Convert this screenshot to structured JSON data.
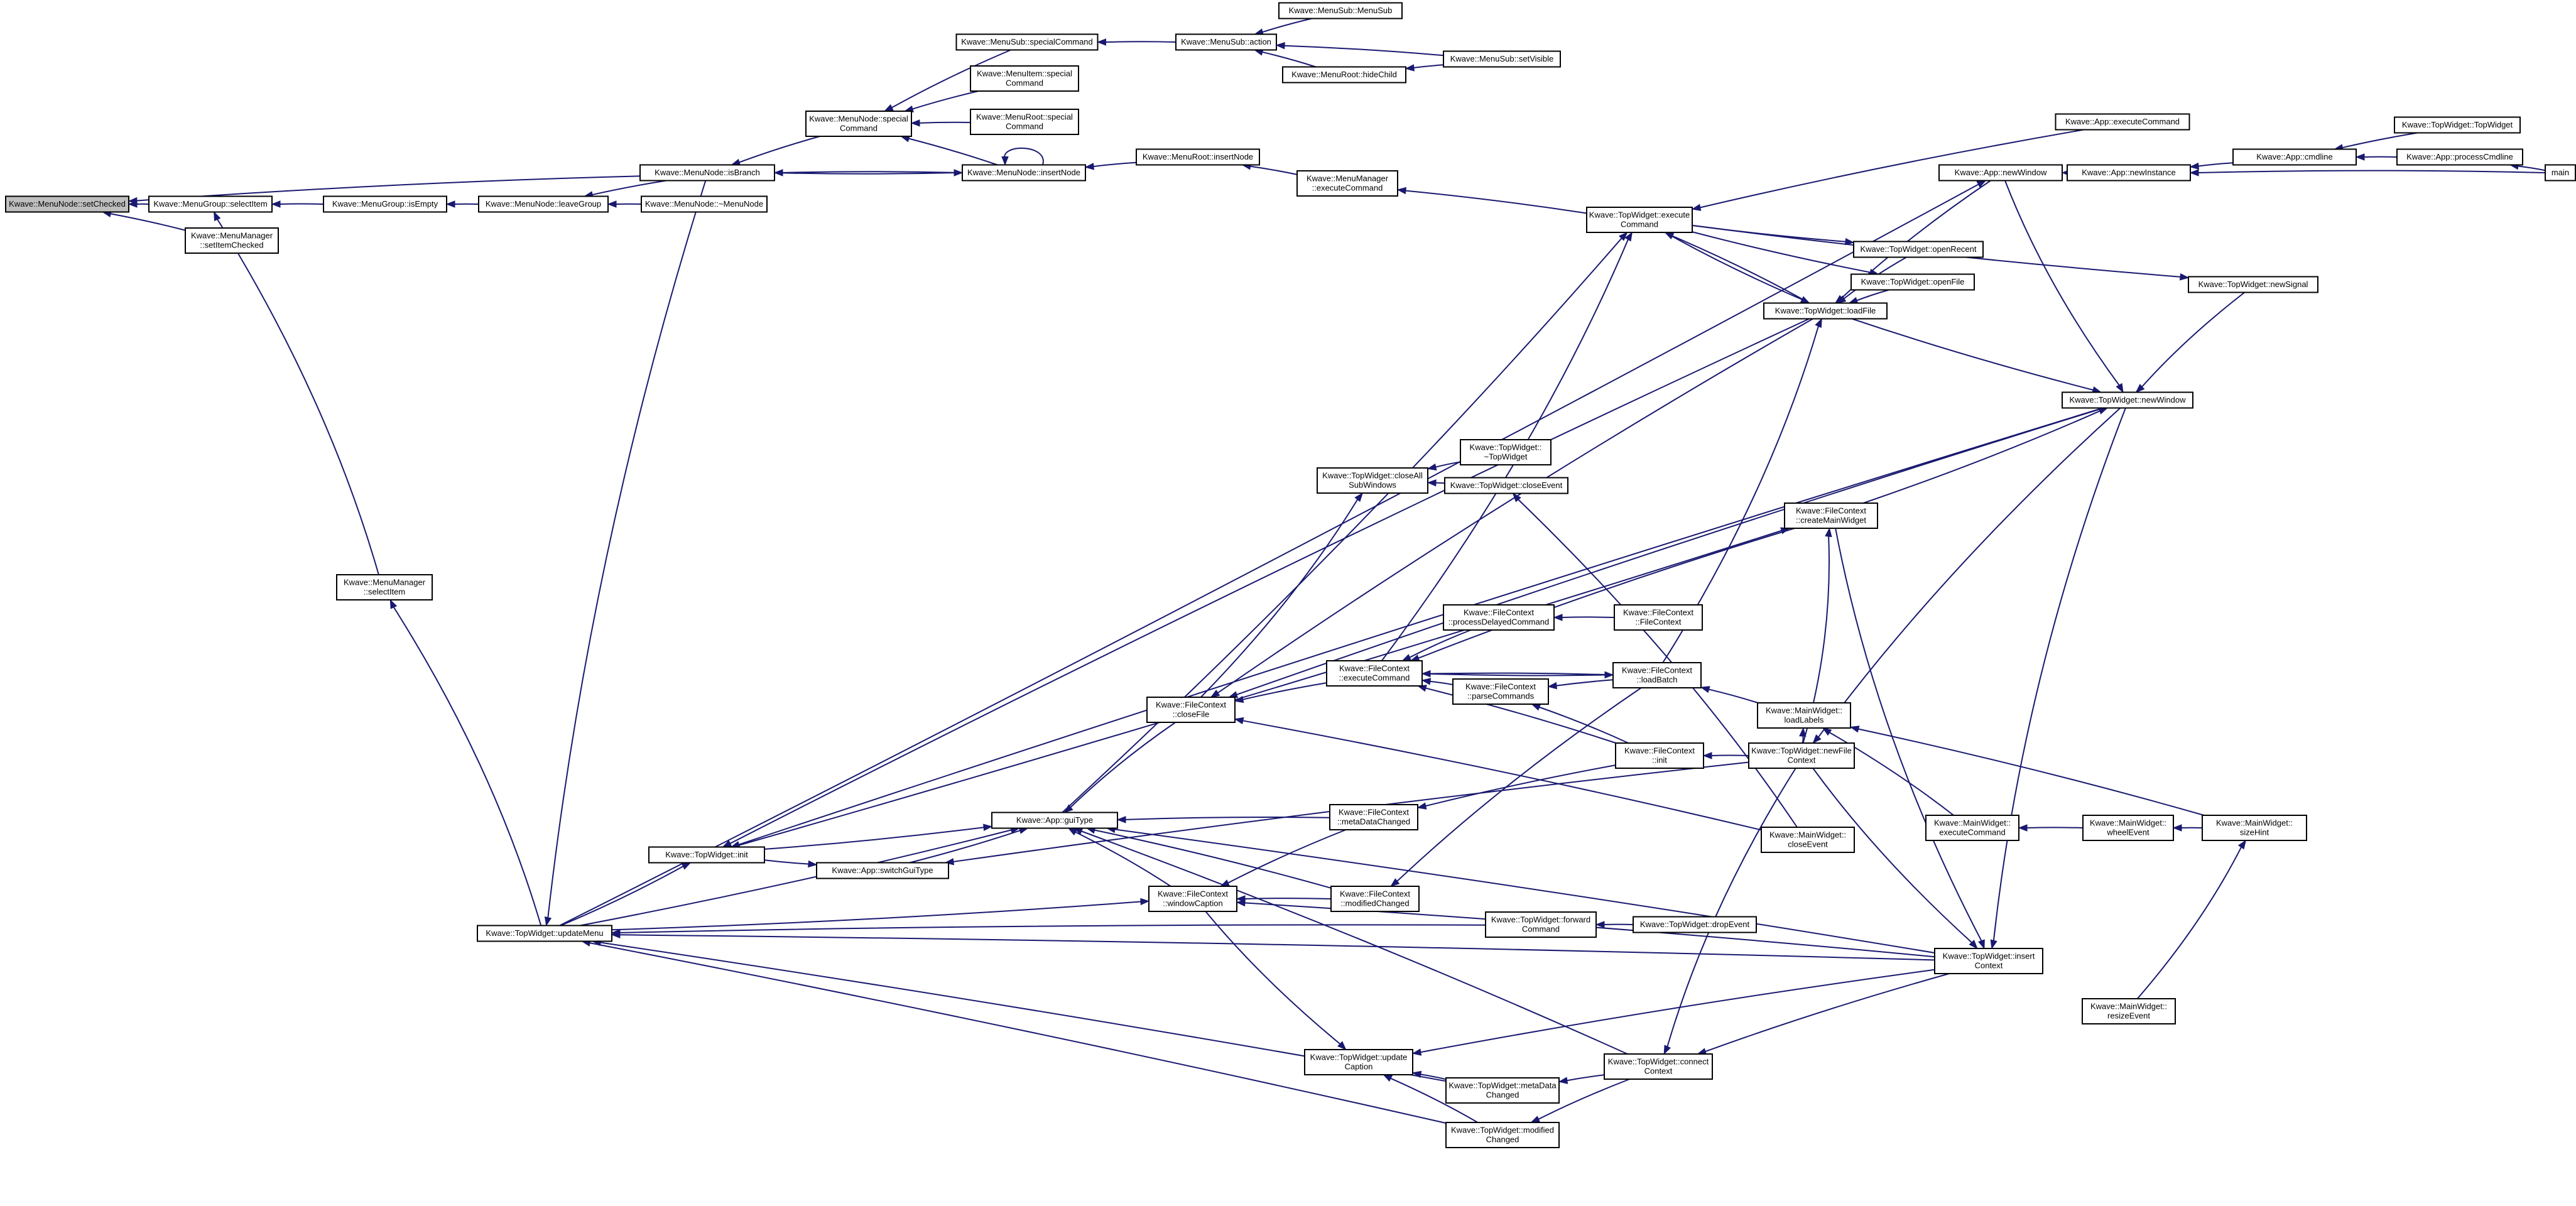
{
  "diagram": {
    "nodes": [
      {
        "id": "setChecked",
        "lines": [
          "Kwave::MenuNode::setChecked"
        ],
        "highlight": true
      },
      {
        "id": "MG_selectItem",
        "lines": [
          "Kwave::MenuGroup::selectItem"
        ]
      },
      {
        "id": "MM_setItemChecked",
        "lines": [
          "Kwave::MenuManager",
          "::setItemChecked"
        ]
      },
      {
        "id": "MG_isEmpty",
        "lines": [
          "Kwave::MenuGroup::isEmpty"
        ]
      },
      {
        "id": "MN_leaveGroup",
        "lines": [
          "Kwave::MenuNode::leaveGroup"
        ]
      },
      {
        "id": "MN_dtor",
        "lines": [
          "Kwave::MenuNode::~MenuNode"
        ]
      },
      {
        "id": "MN_isBranch",
        "lines": [
          "Kwave::MenuNode::isBranch"
        ]
      },
      {
        "id": "MN_specialCommand",
        "lines": [
          "Kwave::MenuNode::special",
          "Command"
        ]
      },
      {
        "id": "MN_insertNode",
        "lines": [
          "Kwave::MenuNode::insertNode"
        ]
      },
      {
        "id": "MS_specialCommand",
        "lines": [
          "Kwave::MenuSub::specialCommand"
        ]
      },
      {
        "id": "MI_specialCommand",
        "lines": [
          "Kwave::MenuItem::special",
          "Command"
        ]
      },
      {
        "id": "MR_specialCommand",
        "lines": [
          "Kwave::MenuRoot::special",
          "Command"
        ]
      },
      {
        "id": "MS_action",
        "lines": [
          "Kwave::MenuSub::action"
        ]
      },
      {
        "id": "MS_MenuSub",
        "lines": [
          "Kwave::MenuSub::MenuSub"
        ]
      },
      {
        "id": "MR_hideChild",
        "lines": [
          "Kwave::MenuRoot::hideChild"
        ]
      },
      {
        "id": "MS_setVisible",
        "lines": [
          "Kwave::MenuSub::setVisible"
        ]
      },
      {
        "id": "MR_insertNode",
        "lines": [
          "Kwave::MenuRoot::insertNode"
        ]
      },
      {
        "id": "MM_executeCommand",
        "lines": [
          "Kwave::MenuManager",
          "::executeCommand"
        ]
      },
      {
        "id": "TW_executeCommand",
        "lines": [
          "Kwave::TopWidget::execute",
          "Command"
        ]
      },
      {
        "id": "App_executeCommand",
        "lines": [
          "Kwave::App::executeCommand"
        ]
      },
      {
        "id": "App_newWindow",
        "lines": [
          "Kwave::App::newWindow"
        ]
      },
      {
        "id": "App_newInstance",
        "lines": [
          "Kwave::App::newInstance"
        ]
      },
      {
        "id": "App_cmdline",
        "lines": [
          "Kwave::App::cmdline"
        ]
      },
      {
        "id": "TW_TopWidget",
        "lines": [
          "Kwave::TopWidget::TopWidget"
        ]
      },
      {
        "id": "App_processCmdline",
        "lines": [
          "Kwave::App::processCmdline"
        ]
      },
      {
        "id": "main",
        "lines": [
          "main"
        ]
      },
      {
        "id": "TW_openRecent",
        "lines": [
          "Kwave::TopWidget::openRecent"
        ]
      },
      {
        "id": "TW_openFile",
        "lines": [
          "Kwave::TopWidget::openFile"
        ]
      },
      {
        "id": "TW_loadFile",
        "lines": [
          "Kwave::TopWidget::loadFile"
        ]
      },
      {
        "id": "TW_newSignal",
        "lines": [
          "Kwave::TopWidget::newSignal"
        ]
      },
      {
        "id": "TW_newWindow",
        "lines": [
          "Kwave::TopWidget::newWindow"
        ]
      },
      {
        "id": "MM_selectItem",
        "lines": [
          "Kwave::MenuManager",
          "::selectItem"
        ]
      },
      {
        "id": "TW_closeAllSubWindows",
        "lines": [
          "Kwave::TopWidget::closeAll",
          "SubWindows"
        ]
      },
      {
        "id": "TW_dtor",
        "lines": [
          "Kwave::TopWidget::",
          "~TopWidget"
        ]
      },
      {
        "id": "TW_closeEvent",
        "lines": [
          "Kwave::TopWidget::closeEvent"
        ]
      },
      {
        "id": "FC_createMainWidget",
        "lines": [
          "Kwave::FileContext",
          "::createMainWidget"
        ]
      },
      {
        "id": "FC_processDelayedCommand",
        "lines": [
          "Kwave::FileContext",
          "::processDelayedCommand"
        ]
      },
      {
        "id": "FC_FileContext",
        "lines": [
          "Kwave::FileContext",
          "::FileContext"
        ]
      },
      {
        "id": "FC_executeCommand",
        "lines": [
          "Kwave::FileContext",
          "::executeCommand"
        ]
      },
      {
        "id": "FC_parseCommands",
        "lines": [
          "Kwave::FileContext",
          "::parseCommands"
        ]
      },
      {
        "id": "FC_loadBatch",
        "lines": [
          "Kwave::FileContext",
          "::loadBatch"
        ]
      },
      {
        "id": "MW_loadLabels",
        "lines": [
          "Kwave::MainWidget::",
          "loadLabels"
        ]
      },
      {
        "id": "FC_closeFile",
        "lines": [
          "Kwave::FileContext",
          "::closeFile"
        ]
      },
      {
        "id": "FC_init",
        "lines": [
          "Kwave::FileContext",
          "::init"
        ]
      },
      {
        "id": "TW_newFileContext",
        "lines": [
          "Kwave::TopWidget::newFile",
          "Context"
        ]
      },
      {
        "id": "MW_executeCommand",
        "lines": [
          "Kwave::MainWidget::",
          "executeCommand"
        ]
      },
      {
        "id": "MW_wheelEvent",
        "lines": [
          "Kwave::MainWidget::",
          "wheelEvent"
        ]
      },
      {
        "id": "MW_sizeHint",
        "lines": [
          "Kwave::MainWidget::",
          "sizeHint"
        ]
      },
      {
        "id": "App_guiType",
        "lines": [
          "Kwave::App::guiType"
        ]
      },
      {
        "id": "FC_metaDataChanged",
        "lines": [
          "Kwave::FileContext",
          "::metaDataChanged"
        ]
      },
      {
        "id": "MW_closeEvent",
        "lines": [
          "Kwave::MainWidget::",
          "closeEvent"
        ]
      },
      {
        "id": "TW_init",
        "lines": [
          "Kwave::TopWidget::init"
        ]
      },
      {
        "id": "App_switchGuiType",
        "lines": [
          "Kwave::App::switchGuiType"
        ]
      },
      {
        "id": "FC_windowCaption",
        "lines": [
          "Kwave::FileContext",
          "::windowCaption"
        ]
      },
      {
        "id": "FC_modifiedChanged",
        "lines": [
          "Kwave::FileContext",
          "::modifiedChanged"
        ]
      },
      {
        "id": "TW_updateMenu",
        "lines": [
          "Kwave::TopWidget::updateMenu"
        ]
      },
      {
        "id": "TW_forwardCommand",
        "lines": [
          "Kwave::TopWidget::forward",
          "Command"
        ]
      },
      {
        "id": "TW_dropEvent",
        "lines": [
          "Kwave::TopWidget::dropEvent"
        ]
      },
      {
        "id": "TW_insertContext",
        "lines": [
          "Kwave::TopWidget::insert",
          "Context"
        ]
      },
      {
        "id": "MW_resizeEvent",
        "lines": [
          "Kwave::MainWidget::",
          "resizeEvent"
        ]
      },
      {
        "id": "TW_updateCaption",
        "lines": [
          "Kwave::TopWidget::update",
          "Caption"
        ]
      },
      {
        "id": "TW_connectContext",
        "lines": [
          "Kwave::TopWidget::connect",
          "Context"
        ]
      },
      {
        "id": "TW_metaDataChanged",
        "lines": [
          "Kwave::TopWidget::metaData",
          "Changed"
        ]
      },
      {
        "id": "TW_modifiedChanged",
        "lines": [
          "Kwave::TopWidget::modified",
          "Changed"
        ]
      }
    ],
    "edges": [
      [
        "MG_selectItem",
        "setChecked"
      ],
      [
        "MM_setItemChecked",
        "setChecked"
      ],
      [
        "MN_isBranch",
        "setChecked"
      ],
      [
        "MG_isEmpty",
        "MG_selectItem"
      ],
      [
        "MM_selectItem",
        "MG_selectItem"
      ],
      [
        "MN_leaveGroup",
        "MG_isEmpty"
      ],
      [
        "MN_dtor",
        "MN_leaveGroup"
      ],
      [
        "MN_isBranch",
        "MN_leaveGroup"
      ],
      [
        "MN_specialCommand",
        "MN_isBranch"
      ],
      [
        "MN_insertNode",
        "MN_isBranch"
      ],
      [
        "MN_isBranch",
        "MN_insertNode"
      ],
      [
        "MS_specialCommand",
        "MN_specialCommand"
      ],
      [
        "MI_specialCommand",
        "MN_specialCommand"
      ],
      [
        "MR_specialCommand",
        "MN_specialCommand"
      ],
      [
        "MN_insertNode",
        "MN_specialCommand"
      ],
      [
        "MN_insertNode",
        "MN_insertNode"
      ],
      [
        "MR_insertNode",
        "MN_insertNode"
      ],
      [
        "MS_action",
        "MS_specialCommand"
      ],
      [
        "MS_MenuSub",
        "MS_action"
      ],
      [
        "MR_hideChild",
        "MS_action"
      ],
      [
        "MS_setVisible",
        "MS_action"
      ],
      [
        "MS_setVisible",
        "MR_hideChild"
      ],
      [
        "MM_executeCommand",
        "MR_insertNode"
      ],
      [
        "TW_executeCommand",
        "MM_executeCommand"
      ],
      [
        "App_executeCommand",
        "TW_executeCommand"
      ],
      [
        "TW_loadFile",
        "TW_executeCommand"
      ],
      [
        "FC_executeCommand",
        "TW_executeCommand"
      ],
      [
        "App_guiType",
        "TW_executeCommand"
      ],
      [
        "App_newInstance",
        "App_newWindow"
      ],
      [
        "App_cmdline",
        "App_newInstance"
      ],
      [
        "main",
        "App_newInstance"
      ],
      [
        "TW_TopWidget",
        "App_cmdline"
      ],
      [
        "App_processCmdline",
        "App_cmdline"
      ],
      [
        "main",
        "App_processCmdline"
      ],
      [
        "App_newWindow",
        "TW_loadFile"
      ],
      [
        "TW_executeCommand",
        "TW_loadFile"
      ],
      [
        "TW_openRecent",
        "TW_loadFile"
      ],
      [
        "TW_openFile",
        "TW_loadFile"
      ],
      [
        "FC_loadBatch",
        "TW_loadFile"
      ],
      [
        "TW_executeCommand",
        "TW_openRecent"
      ],
      [
        "TW_executeCommand",
        "TW_openFile"
      ],
      [
        "TW_executeCommand",
        "TW_newSignal"
      ],
      [
        "App_newWindow",
        "TW_newWindow"
      ],
      [
        "TW_loadFile",
        "TW_newWindow"
      ],
      [
        "TW_newSignal",
        "TW_newWindow"
      ],
      [
        "FC_createMainWidget",
        "TW_newWindow"
      ],
      [
        "TW_updateMenu",
        "MM_selectItem"
      ],
      [
        "TW_updateMenu",
        "App_newWindow"
      ],
      [
        "FC_closeFile",
        "TW_closeAllSubWindows"
      ],
      [
        "TW_dtor",
        "TW_closeAllSubWindows"
      ],
      [
        "TW_closeEvent",
        "TW_closeAllSubWindows"
      ],
      [
        "TW_newFileContext",
        "FC_createMainWidget"
      ],
      [
        "TW_init",
        "FC_createMainWidget"
      ],
      [
        "FC_FileContext",
        "FC_processDelayedCommand"
      ],
      [
        "FC_processDelayedCommand",
        "FC_executeCommand"
      ],
      [
        "FC_parseCommands",
        "FC_executeCommand"
      ],
      [
        "FC_loadBatch",
        "FC_executeCommand"
      ],
      [
        "FC_init",
        "FC_executeCommand"
      ],
      [
        "FC_createMainWidget",
        "FC_executeCommand"
      ],
      [
        "FC_loadBatch",
        "FC_parseCommands"
      ],
      [
        "FC_executeCommand",
        "FC_loadBatch"
      ],
      [
        "FC_init",
        "FC_parseCommands"
      ],
      [
        "MW_loadLabels",
        "FC_loadBatch"
      ],
      [
        "FC_executeCommand",
        "FC_closeFile"
      ],
      [
        "TW_loadFile",
        "FC_closeFile"
      ],
      [
        "TW_newWindow",
        "FC_closeFile"
      ],
      [
        "MW_closeEvent",
        "FC_closeFile"
      ],
      [
        "TW_newFileContext",
        "FC_init"
      ],
      [
        "TW_newWindow",
        "TW_newFileContext"
      ],
      [
        "TW_newFileContext",
        "MW_loadLabels"
      ],
      [
        "MW_executeCommand",
        "MW_loadLabels"
      ],
      [
        "MW_sizeHint",
        "MW_loadLabels"
      ],
      [
        "MW_wheelEvent",
        "MW_executeCommand"
      ],
      [
        "MW_sizeHint",
        "MW_wheelEvent"
      ],
      [
        "MW_resizeEvent",
        "MW_sizeHint"
      ],
      [
        "FC_closeFile",
        "App_guiType"
      ],
      [
        "FC_metaDataChanged",
        "App_guiType"
      ],
      [
        "FC_windowCaption",
        "App_guiType"
      ],
      [
        "FC_modifiedChanged",
        "App_guiType"
      ],
      [
        "TW_init",
        "App_guiType"
      ],
      [
        "App_switchGuiType",
        "App_guiType"
      ],
      [
        "TW_updateMenu",
        "App_guiType"
      ],
      [
        "TW_insertContext",
        "App_guiType"
      ],
      [
        "TW_connectContext",
        "App_guiType"
      ],
      [
        "FC_init",
        "FC_metaDataChanged"
      ],
      [
        "MW_closeEvent",
        "TW_closeEvent"
      ],
      [
        "TW_updateMenu",
        "TW_init"
      ],
      [
        "TW_newWindow",
        "TW_init"
      ],
      [
        "TW_loadFile",
        "TW_init"
      ],
      [
        "TW_init",
        "App_switchGuiType"
      ],
      [
        "TW_newFileContext",
        "App_switchGuiType"
      ],
      [
        "FC_metaDataChanged",
        "FC_windowCaption"
      ],
      [
        "FC_modifiedChanged",
        "FC_windowCaption"
      ],
      [
        "TW_insertContext",
        "FC_windowCaption"
      ],
      [
        "FC_loadBatch",
        "FC_modifiedChanged"
      ],
      [
        "TW_updateMenu",
        "FC_windowCaption"
      ],
      [
        "MN_isBranch",
        "TW_updateMenu"
      ],
      [
        "TW_insertContext",
        "TW_updateMenu"
      ],
      [
        "TW_metaDataChanged",
        "TW_updateMenu"
      ],
      [
        "TW_modifiedChanged",
        "TW_updateMenu"
      ],
      [
        "TW_forwardCommand",
        "TW_updateMenu"
      ],
      [
        "TW_dropEvent",
        "TW_forwardCommand"
      ],
      [
        "FC_createMainWidget",
        "TW_insertContext"
      ],
      [
        "TW_newFileContext",
        "TW_insertContext"
      ],
      [
        "FC_windowCaption",
        "TW_updateCaption"
      ],
      [
        "TW_metaDataChanged",
        "TW_updateCaption"
      ],
      [
        "TW_modifiedChanged",
        "TW_updateCaption"
      ],
      [
        "TW_insertContext",
        "TW_updateCaption"
      ],
      [
        "TW_connectContext",
        "TW_metaDataChanged"
      ],
      [
        "TW_connectContext",
        "TW_modifiedChanged"
      ],
      [
        "TW_insertContext",
        "TW_connectContext"
      ],
      [
        "TW_newWindow",
        "TW_insertContext"
      ],
      [
        "TW_newFileContext",
        "TW_connectContext"
      ]
    ]
  }
}
